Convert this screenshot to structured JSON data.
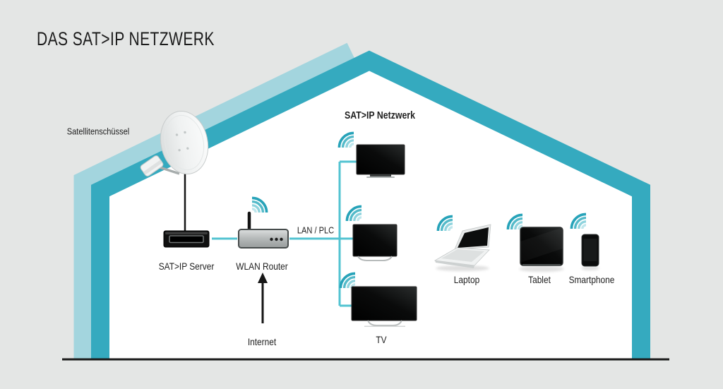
{
  "title": "DAS SAT>IP NETZWERK",
  "colors": {
    "background": "#e4e6e5",
    "house_outline_dark": "#35aabf",
    "house_outline_light": "#a3d5de",
    "house_interior": "#ffffff",
    "connection_line": "#52c3d1",
    "wifi_teal": "#27a3b9",
    "text": "#1f1f1f"
  },
  "nodes": {
    "satellite_dish": {
      "label": "Satellitenschüssel"
    },
    "server": {
      "label": "SAT>IP Server"
    },
    "router": {
      "label": "WLAN Router"
    },
    "network": {
      "label": "SAT>IP Netzwerk"
    },
    "tv_group": {
      "label": "TV",
      "tv_count": 3
    },
    "laptop": {
      "label": "Laptop"
    },
    "tablet": {
      "label": "Tablet"
    },
    "smartphone": {
      "label": "Smartphone"
    }
  },
  "connections": {
    "lan_plc": {
      "label": "LAN / PLC"
    },
    "internet": {
      "label": "Internet"
    }
  }
}
